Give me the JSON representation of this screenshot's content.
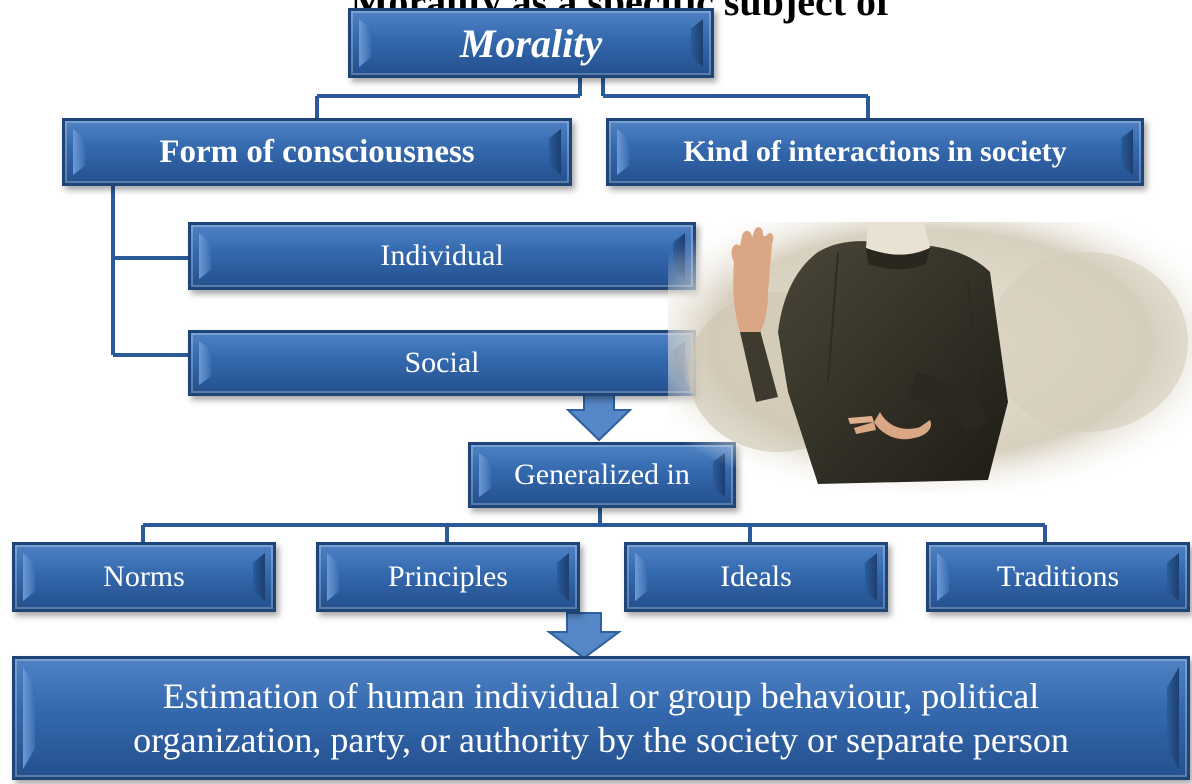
{
  "header_partial": "Morality as a specific subject of philosophy",
  "root": "Morality",
  "branches": {
    "left": "Form of consciousness",
    "right": "Kind of interactions in society"
  },
  "consciousness_types": [
    "Individual",
    "Social"
  ],
  "generalized": "Generalized in",
  "forms": [
    "Norms",
    "Principles",
    "Ideals",
    "Traditions"
  ],
  "result": "Estimation of human individual or group behaviour, political organization, party, or authority by the society or separate person",
  "colors": {
    "box_fill": "#3468ad",
    "box_border": "#1e4577",
    "connector": "#2a5a9a",
    "arrow": "#5688c8"
  },
  "photo_icon": "raised-hand-crossed-fingers-photo"
}
